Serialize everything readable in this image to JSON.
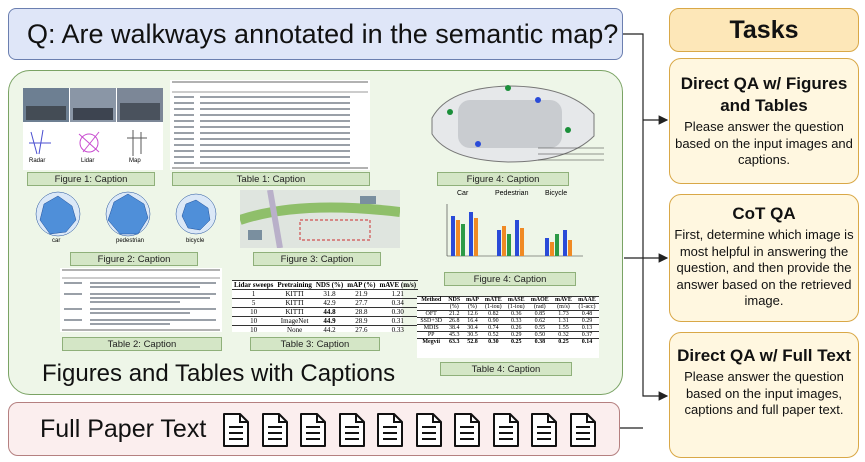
{
  "question": "Q: Are walkways annotated in the semantic map?",
  "figures_panel": {
    "title": "Figures and Tables with Captions",
    "captions": {
      "fig1": "Figure 1: Caption",
      "tab1": "Table 1: Caption",
      "fig4a": "Figure 4: Caption",
      "fig2": "Figure 2: Caption",
      "fig3": "Figure 3: Caption",
      "fig4b": "Figure 4: Caption",
      "tab2": "Table 2: Caption",
      "tab3": "Table 3: Caption",
      "tab4": "Table 4: Caption"
    },
    "fig1_labels": [
      "Radar",
      "Lidar",
      "Map"
    ],
    "fig2_labels": [
      "car",
      "pedestrian",
      "bicycle"
    ],
    "fig4b_titles": [
      "Car",
      "Pedestrian",
      "Bicycle"
    ],
    "table3": {
      "headers": [
        "Lidar sweeps",
        "Pretraining",
        "NDS (%)",
        "mAP (%)",
        "mAVE (m/s)"
      ],
      "rows": [
        [
          "1",
          "KITTI",
          "31.8",
          "21.9",
          "1.21"
        ],
        [
          "5",
          "KITTI",
          "42.9",
          "27.7",
          "0.34"
        ],
        [
          "10",
          "KITTI",
          "44.8",
          "28.8",
          "0.30"
        ],
        [
          "10",
          "ImageNet",
          "44.9",
          "28.9",
          "0.31"
        ],
        [
          "10",
          "None",
          "44.2",
          "27.6",
          "0.33"
        ]
      ]
    },
    "table4": {
      "headers": [
        "Method",
        "NDS",
        "mAP",
        "mATE",
        "mASE",
        "mAOE",
        "mAVE",
        "mAAE"
      ],
      "units": [
        "",
        "(%)",
        "(%)",
        "(1-iou)",
        "(1-iou)",
        "(rad)",
        "(m/s)",
        "(1-acc)"
      ],
      "rows": [
        [
          "OFT",
          "21.2",
          "12.6",
          "0.82",
          "0.36",
          "0.85",
          "1.73",
          "0.48"
        ],
        [
          "SSD+3D",
          "26.8",
          "16.4",
          "0.90",
          "0.33",
          "0.62",
          "1.31",
          "0.29"
        ],
        [
          "MDIS",
          "38.4",
          "30.4",
          "0.74",
          "0.26",
          "0.55",
          "1.55",
          "0.13"
        ],
        [
          "PP",
          "45.3",
          "30.5",
          "0.52",
          "0.29",
          "0.50",
          "0.32",
          "0.37"
        ],
        [
          "Megvii",
          "63.3",
          "52.8",
          "0.30",
          "0.25",
          "0.38",
          "0.25",
          "0.14"
        ]
      ]
    }
  },
  "full_text": {
    "label": "Full Paper Text",
    "doc_count": 10
  },
  "tasks": {
    "header": "Tasks",
    "items": [
      {
        "title": "Direct QA w/ Figures and Tables",
        "desc": "Please answer the question based on the input images and captions."
      },
      {
        "title": "CoT QA",
        "desc": "First, determine which image is most helpful in answering the question, and then provide the answer based on the retrieved image."
      },
      {
        "title": "Direct QA w/ Full Text",
        "desc": "Please answer the question based on the input images, captions and full paper text."
      }
    ]
  },
  "colors": {
    "question_bg": "#dfe6f8",
    "figures_bg": "#eef6e8",
    "fulltext_bg": "#fbeeee",
    "tasks_bg": "#fde7b8",
    "task_card_bg": "#fff7e0"
  }
}
